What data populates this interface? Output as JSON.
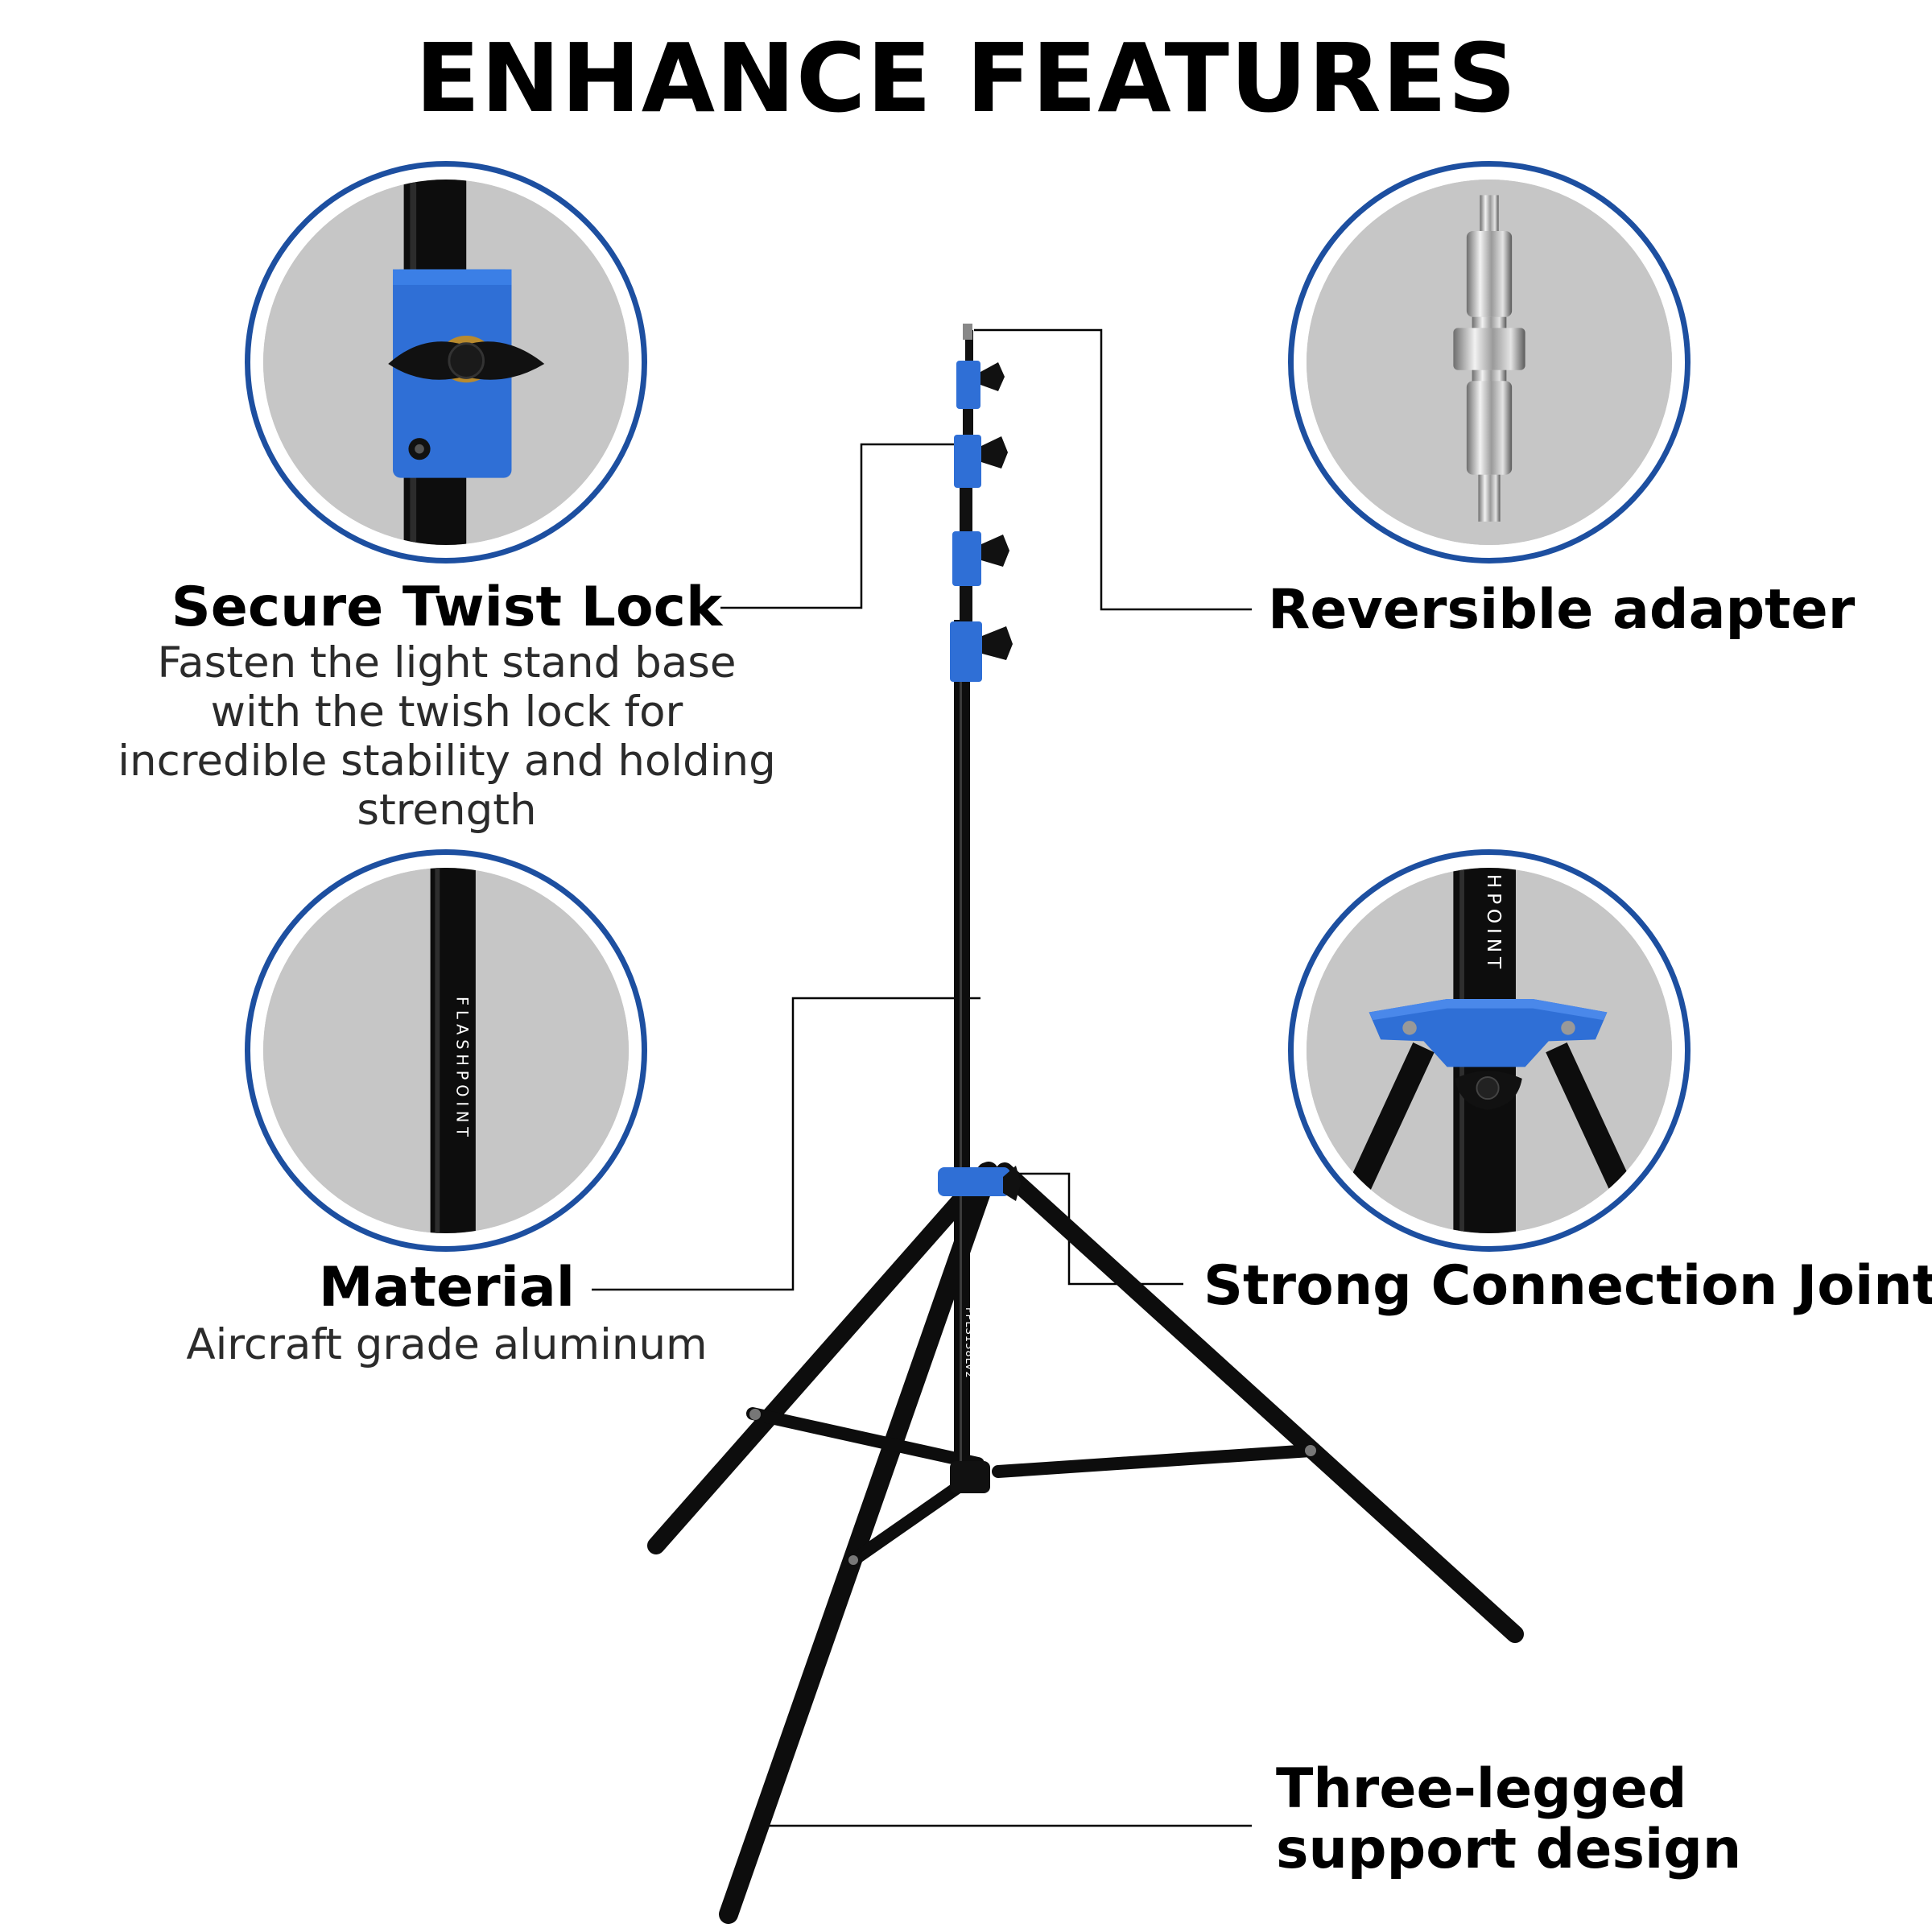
{
  "title": "ENHANCE FEATURES",
  "features": {
    "twist_lock": {
      "title": "Secure Twist Lock",
      "description": "Fasten the light stand base with the twish lock for incredible stability and holding strength"
    },
    "adapter": {
      "title": "Reversible adapter"
    },
    "material": {
      "title": "Material",
      "description": "Aircraft grade aluminum"
    },
    "joint": {
      "title": "Strong Connection Joint"
    },
    "legs": {
      "title": "Three-legged support design"
    }
  },
  "brand_marks": {
    "pole_logo": "FLASHPOINT",
    "joint_logo": "HPOINT",
    "model_code": "FPLS138LV2"
  },
  "colors": {
    "accent_blue": "#1d4fa0",
    "clamp_blue": "#2f6fd6",
    "pole_black": "#0d0d0d",
    "circle_gray": "#c6c6c6"
  }
}
